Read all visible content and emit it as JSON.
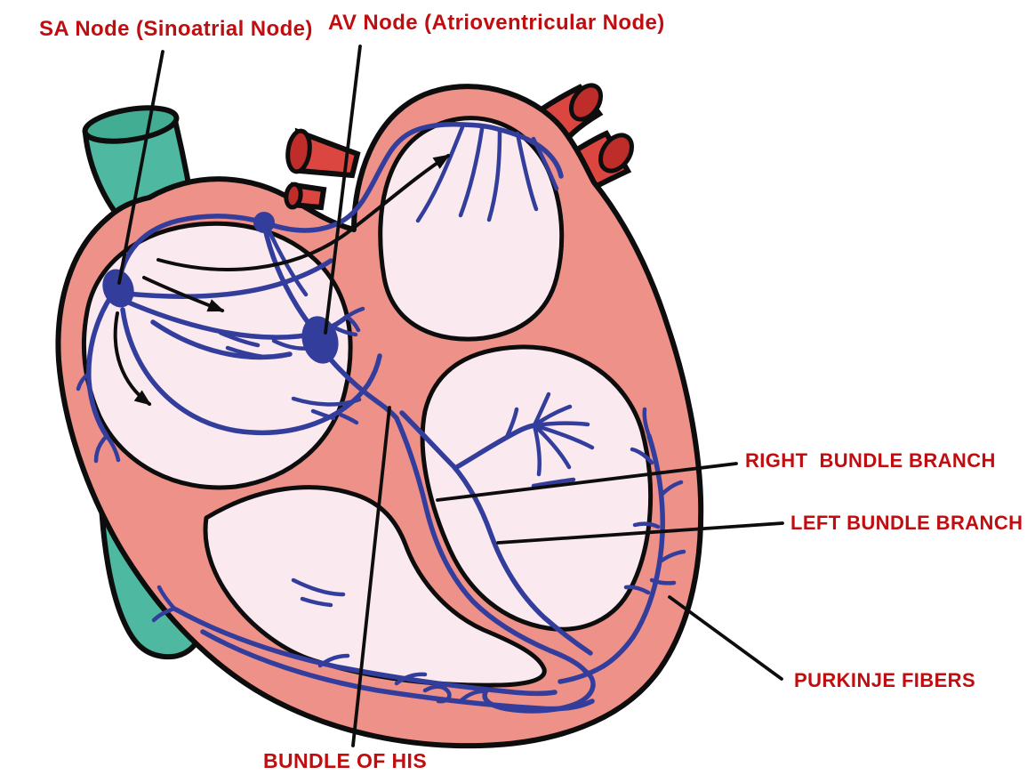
{
  "diagram": {
    "subject": "heart electrical conduction system",
    "labels": {
      "sa_node": "SA Node (Sinoatrial Node)",
      "av_node": "AV Node (Atrioventricular Node)",
      "right_bundle_branch": "RIGHT  BUNDLE BRANCH",
      "left_bundle_branch": "LEFT BUNDLE BRANCH",
      "purkinje_fibers": "PURKINJE FIBERS",
      "bundle_of_his": "BUNDLE OF HIS"
    },
    "colors": {
      "label_text": "#C00D10",
      "heart_wall": "#EE9189",
      "chamber_fill": "#FAE9EE",
      "vein_teal": "#4FB8A0",
      "vein_teal_cap": "#43AD94",
      "artery_red": "#DC4640",
      "artery_red_cap": "#BF2D2A",
      "conduction_blue": "#333D9C",
      "outline": "#0D0D0D",
      "background": "#FFFFFF"
    }
  }
}
